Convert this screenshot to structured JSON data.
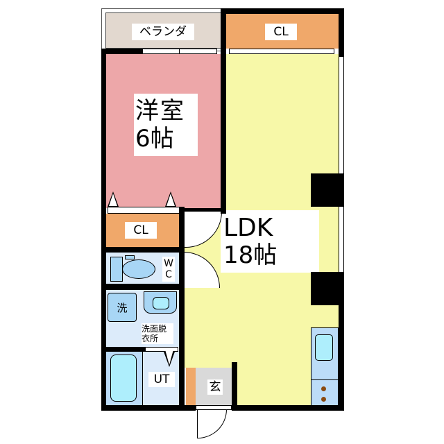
{
  "plan": {
    "colors": {
      "balcony": "#e2d8cf",
      "closet": "#f0a86a",
      "western_room": "#eda7a9",
      "ldk": "#f7f8a8",
      "wet_area": "#dcebfa",
      "fixture": "#a8d6f5",
      "bathtub": "#aeeefc",
      "entrance": "#d9d9d9",
      "wall": "#000000"
    },
    "rooms": {
      "balcony": {
        "label": "ベランダ"
      },
      "closet_top": {
        "label": "CL"
      },
      "western_room": {
        "name": "洋室",
        "size": "6帖"
      },
      "closet_left": {
        "label": "CL"
      },
      "ldk": {
        "name": "LDK",
        "size": "18帖"
      },
      "toilet": {
        "label_line1": "W",
        "label_line2": "C"
      },
      "washroom": {
        "washer_label": "洗",
        "label_line1": "洗面脱",
        "label_line2": "衣所"
      },
      "unit_bath": {
        "label": "UT"
      },
      "entrance": {
        "label": "玄"
      }
    }
  }
}
